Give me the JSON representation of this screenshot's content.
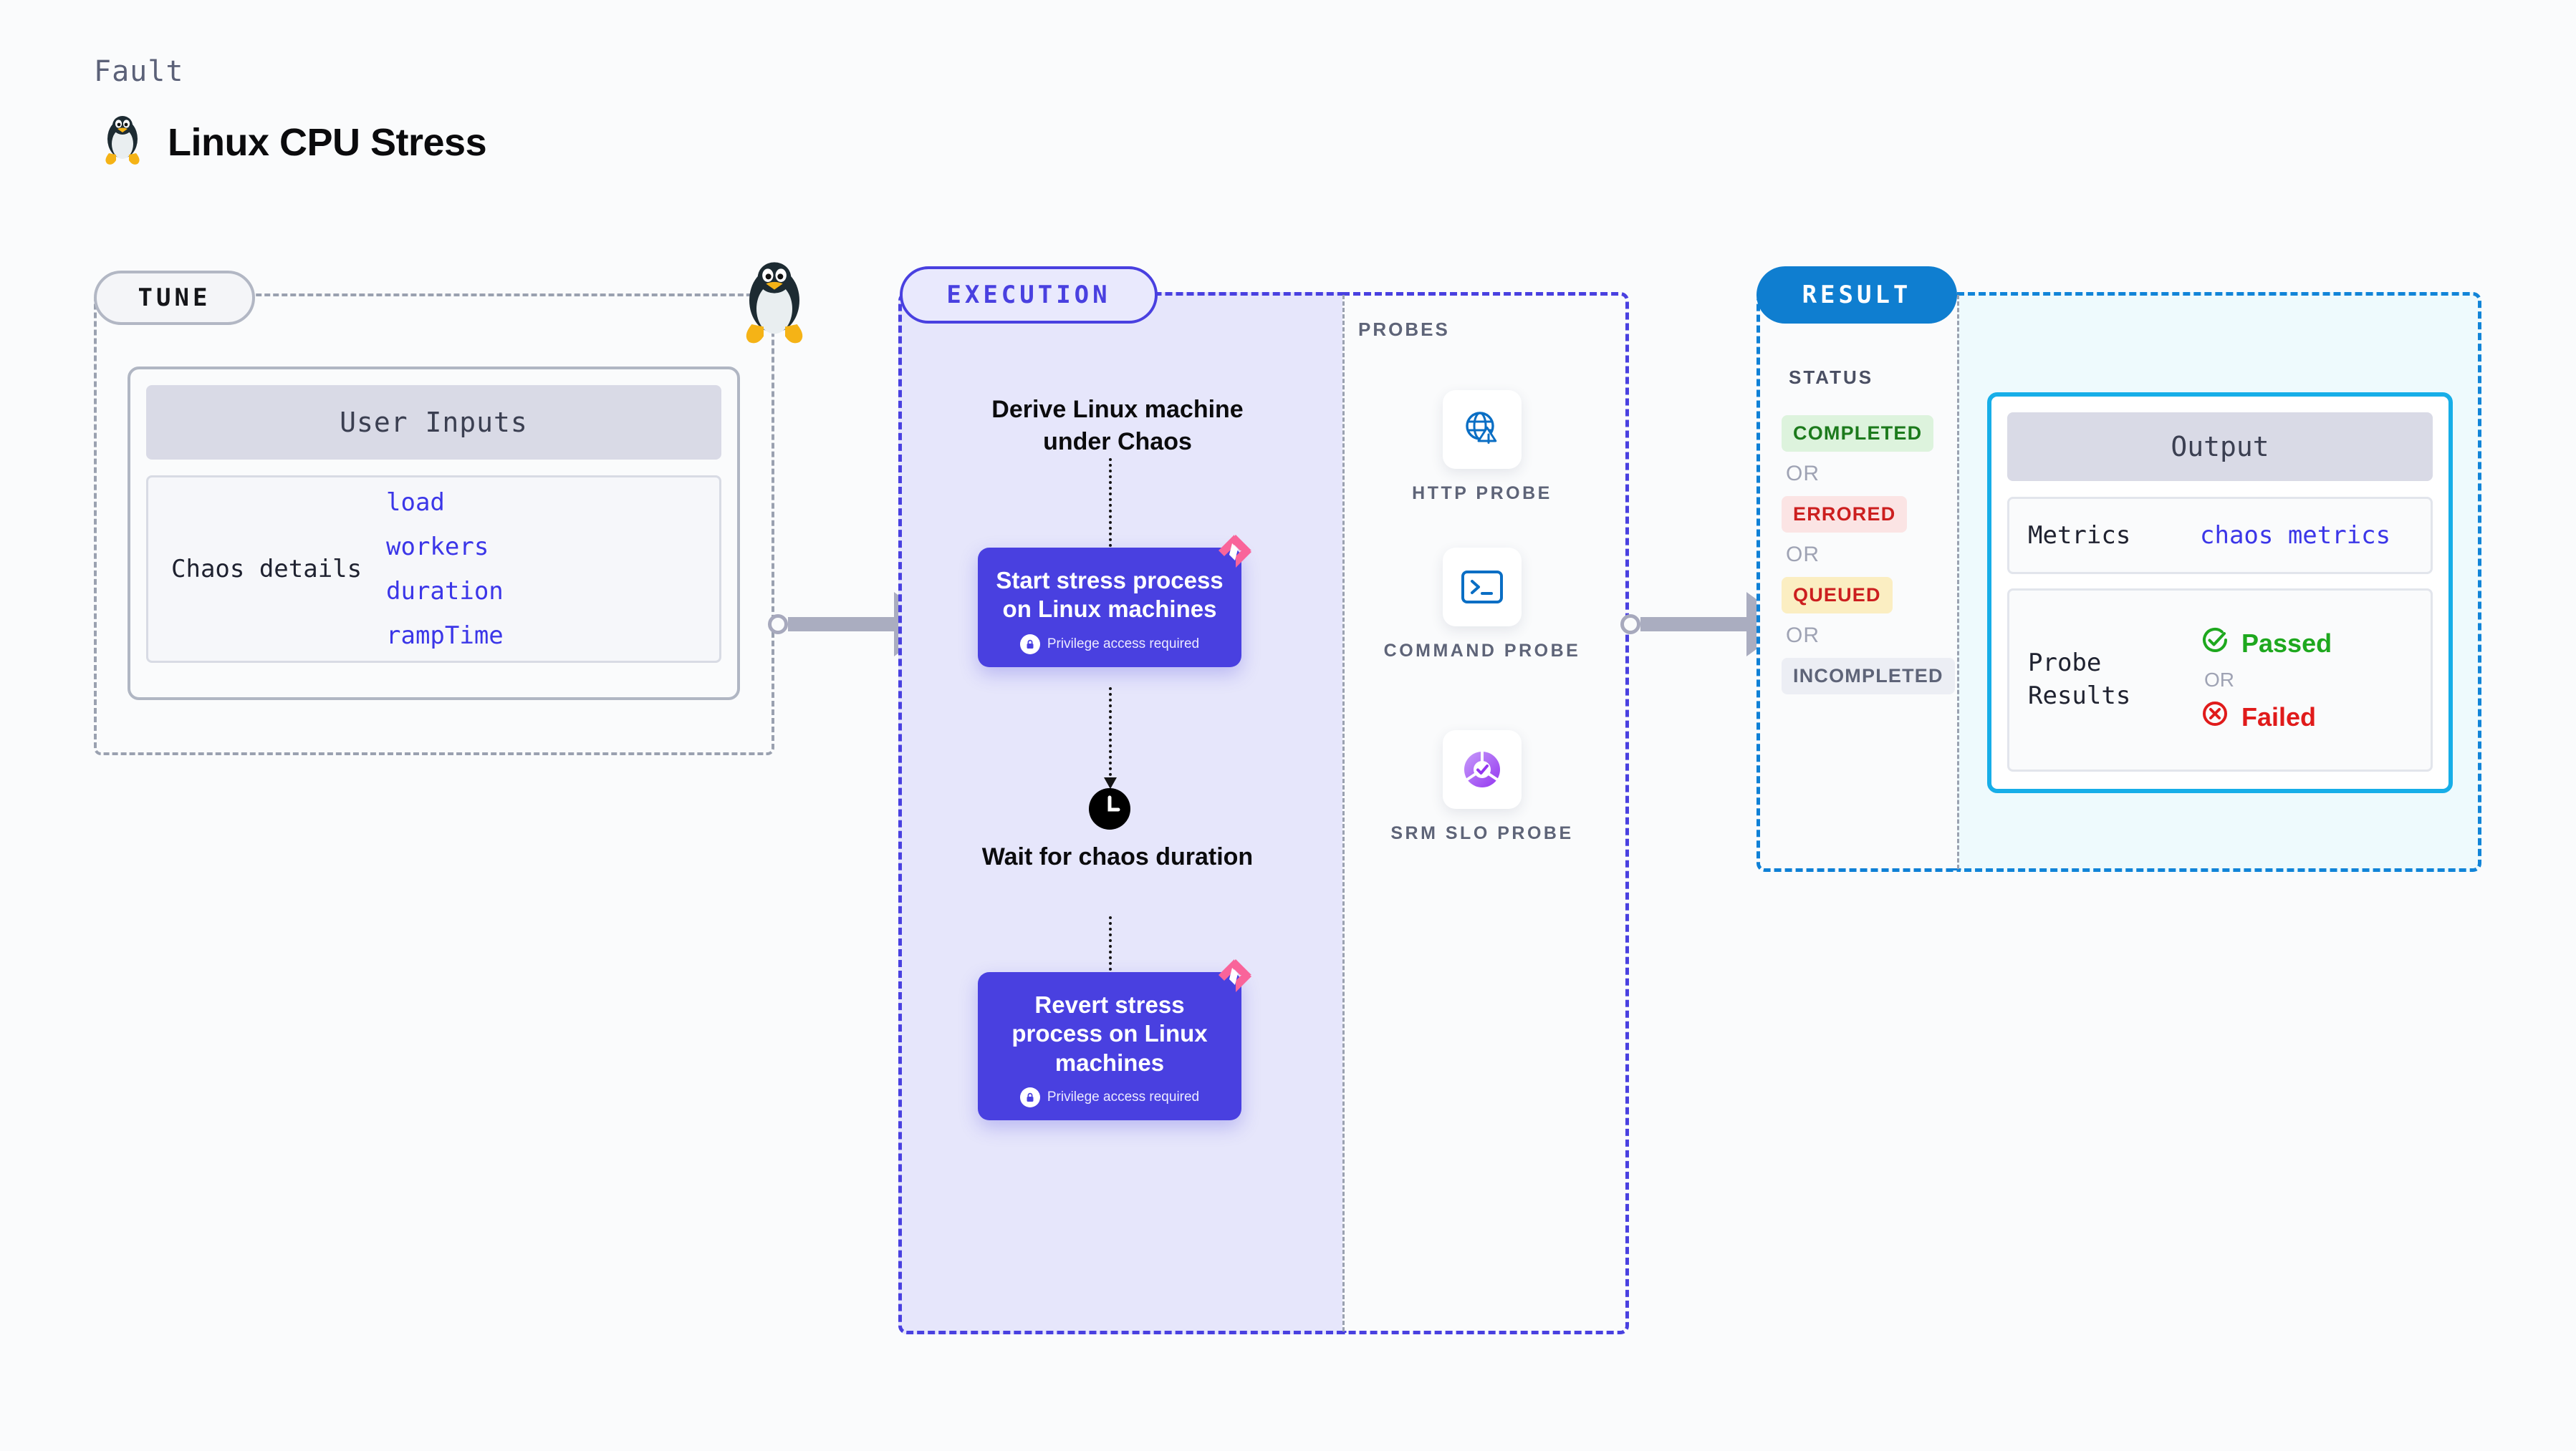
{
  "header": {
    "eyebrow": "Fault",
    "title": "Linux CPU Stress",
    "icon": "linux-tux-icon"
  },
  "tune": {
    "pill_label": "TUNE",
    "border_icon": "linux-tux-icon",
    "card": {
      "header": "User Inputs",
      "row_label": "Chaos details",
      "values": [
        "load",
        "workers",
        "duration",
        "rampTime"
      ]
    }
  },
  "execution": {
    "pill_label": "EXECUTION",
    "derive_step": "Derive Linux machine under Chaos",
    "start_step": {
      "title": "Start stress process on Linux machines",
      "privilege_note": "Privilege access required",
      "badge_icon": "harness-logo-icon",
      "lock_icon": "lock-icon"
    },
    "wait_step": {
      "label": "Wait for chaos duration",
      "icon": "clock-icon"
    },
    "revert_step": {
      "title": "Revert stress process on Linux machines",
      "privilege_note": "Privilege access required",
      "badge_icon": "harness-logo-icon",
      "lock_icon": "lock-icon"
    }
  },
  "probes": {
    "section_label": "PROBES",
    "items": [
      {
        "label": "HTTP PROBE",
        "icon": "globe-warning-icon"
      },
      {
        "label": "COMMAND PROBE",
        "icon": "terminal-icon"
      },
      {
        "label": "SRM SLO PROBE",
        "icon": "srm-slo-donut-check-icon"
      }
    ]
  },
  "result": {
    "pill_label": "RESULT",
    "status_label": "STATUS",
    "or_label": "OR",
    "statuses": [
      {
        "label": "COMPLETED",
        "bg": "#ddf3dd",
        "fg": "#1c7a1c"
      },
      {
        "label": "ERRORED",
        "bg": "#fbe4e4",
        "fg": "#cc1f1f"
      },
      {
        "label": "QUEUED",
        "bg": "#fbeec2",
        "fg": "#cc1f1f"
      },
      {
        "label": "INCOMPLETED",
        "bg": "#eceef4",
        "fg": "#5e6478"
      }
    ]
  },
  "output": {
    "header": "Output",
    "metrics_key": "Metrics",
    "metrics_value": "chaos metrics",
    "probe_results_key": "Probe Results",
    "or_label": "OR",
    "passed_label": "Passed",
    "failed_label": "Failed",
    "passed_icon": "check-circle-icon",
    "failed_icon": "x-circle-icon"
  },
  "connectors": {
    "tune_to_execution": "arrow-right-icon",
    "probes_to_result": "arrow-right-icon"
  },
  "colors": {
    "accent_purple": "#4940e0",
    "accent_blue": "#0f7ed0",
    "accent_cyan": "#17aee8",
    "harness_pink": "#f9649a",
    "value_text": "#3b36e8"
  }
}
